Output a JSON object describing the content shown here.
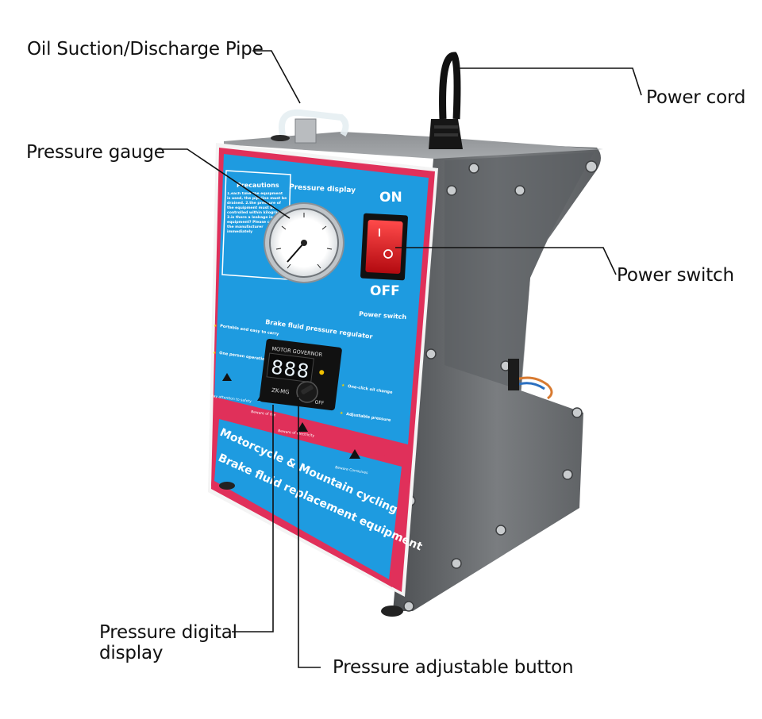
{
  "callouts": {
    "oil_pipe": "Oil Suction/Discharge Pipe",
    "pressure_gauge": "Pressure gauge",
    "power_cord": "Power cord",
    "power_switch": "Power switch",
    "digital_display": "Pressure digital display",
    "adjust_button": "Pressure adjustable button"
  },
  "panel": {
    "precautions_title": "Precautions",
    "precautions_text": "1.each time the equipment is used, the pipeline must be drained. 2.the pressure of the equipment must be controlled within kilograms. 3.is there a leakage in the equipment? Please contact the manufacturer immediately",
    "pressure_display": "Pressure display",
    "on": "ON",
    "off": "OFF",
    "power_switch": "Power switch",
    "regulator_title": "Brake fluid pressure regulator",
    "feature_1": "Portable and easy to carry",
    "feature_2": "One person operation",
    "feature_3": "One-click oil change",
    "feature_4": "Adjustable pressure",
    "warn_1": "Pay attention to safety",
    "warn_2": "Beware of fire",
    "warn_3": "Beware of electricity",
    "warn_4": "Beware Corrosives",
    "governor_label": "MOTOR GOVERNOR",
    "governor_model": "ZK-MG",
    "governor_off": "OFF",
    "governor_digits": "888",
    "banner_line1": "Motorcycle & Mountain cycling",
    "banner_line2": "Brake fluid replacement equipment"
  },
  "colors": {
    "panel_blue": "#1e9be0",
    "panel_red": "#e0305a",
    "metal": "#6a6d70",
    "switch_red": "#d8121b",
    "led": "#e8f2f8"
  }
}
